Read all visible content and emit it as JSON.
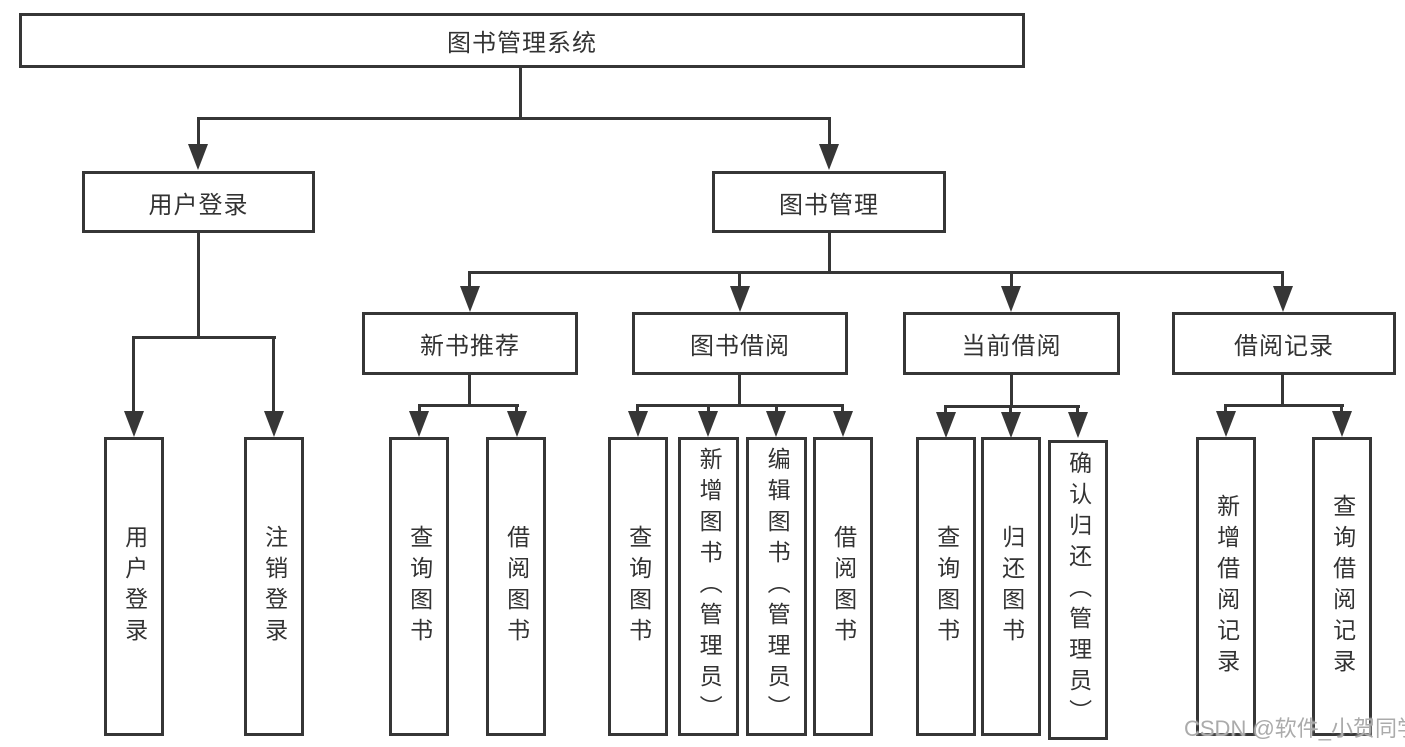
{
  "tree": {
    "label": "图书管理系统",
    "children": [
      {
        "label": "用户登录",
        "children": [
          {
            "label": "用户登录"
          },
          {
            "label": "注销登录"
          }
        ]
      },
      {
        "label": "图书管理",
        "children": [
          {
            "label": "新书推荐",
            "children": [
              {
                "label": "查询图书"
              },
              {
                "label": "借阅图书"
              }
            ]
          },
          {
            "label": "图书借阅",
            "children": [
              {
                "label": "查询图书"
              },
              {
                "label": "新增图书（管理员）"
              },
              {
                "label": "编辑图书（管理员）"
              },
              {
                "label": "借阅图书"
              }
            ]
          },
          {
            "label": "当前借阅",
            "children": [
              {
                "label": "查询图书"
              },
              {
                "label": "归还图书"
              },
              {
                "label": "确认归还（管理员）"
              }
            ]
          },
          {
            "label": "借阅记录",
            "children": [
              {
                "label": "新增借阅记录"
              },
              {
                "label": "查询借阅记录"
              }
            ]
          }
        ]
      }
    ]
  },
  "watermark": {
    "text": "CSDN @软件_小贺同学"
  },
  "colors": {
    "line": "#363636",
    "text": "#333333",
    "watermark": "#ababab",
    "background": "#ffffff"
  }
}
